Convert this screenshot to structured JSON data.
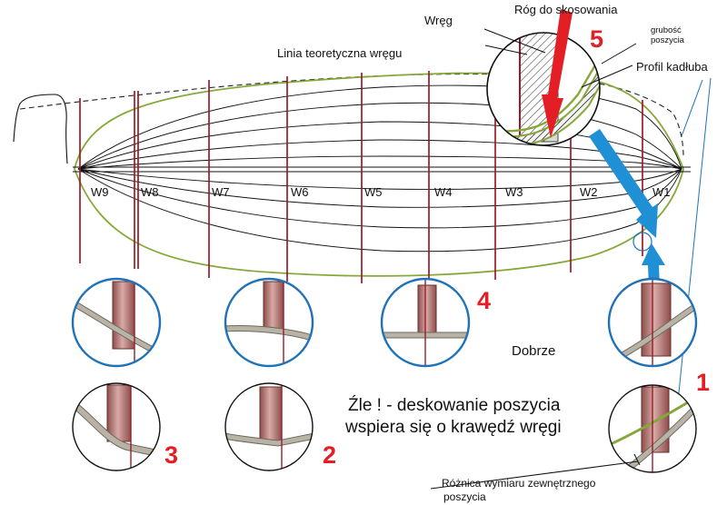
{
  "labels": {
    "wreg": "Wręg",
    "rog": "Róg do skosowania",
    "linia": "Linia teoretyczna wręgu",
    "grubosc_1": "grubość",
    "grubosc_2": "poszycia",
    "profil": "Profil kadłuba",
    "dobrze": "Dobrze",
    "zle_1": "Źle ! -  deskowanie poszycia",
    "zle_2": "wspiera się o krawędź wręgi",
    "roznica_1": "Różnica wymiaru zewnętrznego",
    "roznica_2": "poszycia"
  },
  "frames": [
    "W9",
    "W8",
    "W7",
    "W6",
    "W5",
    "W4",
    "W3",
    "W2",
    "W1"
  ],
  "numbers": [
    "1",
    "2",
    "3",
    "4",
    "5"
  ],
  "colors": {
    "frame_red": "#9b1c28",
    "hull_green": "#86a83a",
    "circle_blue": "#1f72b8",
    "number_red": "#e31e24",
    "arrow_blue": "#1f8fd6",
    "frame_fill": "#b77a76",
    "plank_fill": "#a9a394"
  }
}
